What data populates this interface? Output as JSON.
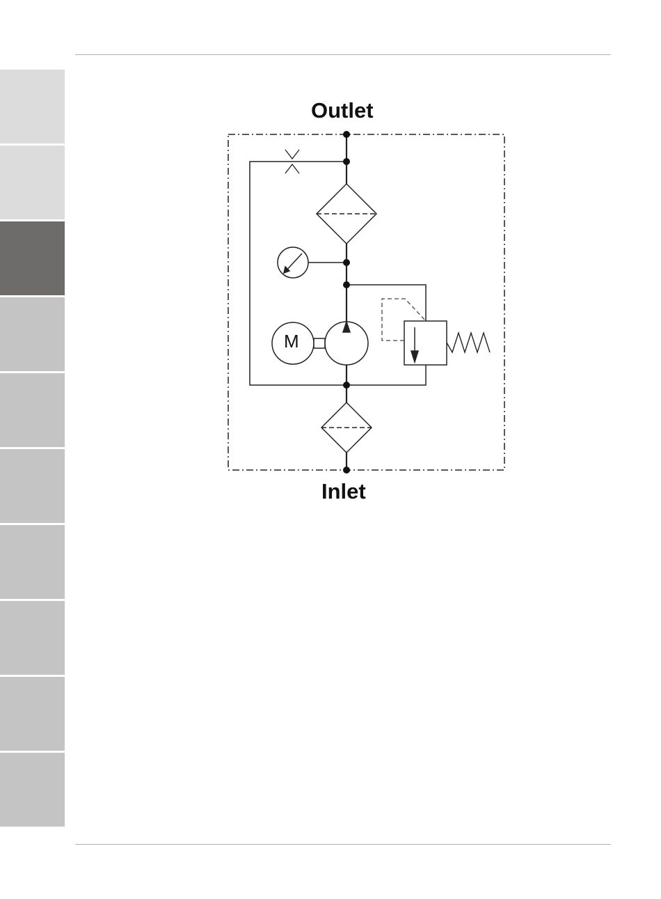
{
  "diagram": {
    "outlet_label": "Outlet",
    "inlet_label": "Inlet",
    "motor_label": "M"
  },
  "tabs": {
    "count": 10,
    "active_index": 2,
    "colors": {
      "active": "#6e6b6b",
      "inactive_light": "#dcdcdc",
      "inactive": "#c4c4c4"
    }
  }
}
